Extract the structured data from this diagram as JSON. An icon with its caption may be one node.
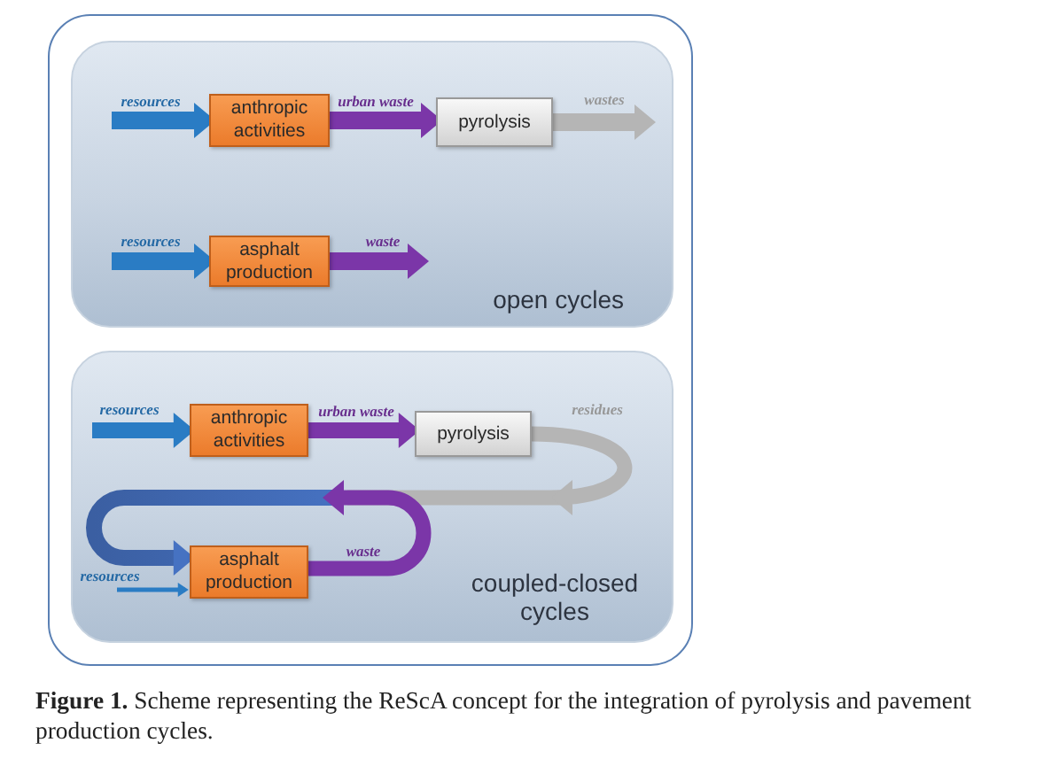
{
  "diagram": {
    "caption": "**Figure 1.** Scheme representing the ReScA concept for the integration of pyrolysis and pavement production cycles.",
    "nodes": [
      {
        "text": [
          "open cycles"
        ]
      },
      {
        "text": [
          "anthropic activities"
        ],
        "in": 0
      },
      {
        "text": [
          "pyrolysis"
        ],
        "in": 0
      },
      {
        "text": [
          "asphalt production"
        ],
        "in": 0
      },
      {
        "text": [
          "coupled-closed cycles"
        ]
      },
      {
        "text": [
          "anthropic activities"
        ],
        "in": 4
      },
      {
        "text": [
          "pyrolysis"
        ],
        "in": 4
      },
      {
        "text": [
          "asphalt production"
        ],
        "in": 4
      }
    ],
    "edges": [
      {
        "from": null,
        "to": 1,
        "arrow": "to",
        "label": "resources",
        "color": "#2a7cc4"
      },
      {
        "from": 1,
        "to": 2,
        "arrow": "to",
        "label": "urban waste",
        "color": "#7b36a8"
      },
      {
        "from": 2,
        "to": null,
        "arrow": "to",
        "label": "wastes",
        "color": "#b5b5b5"
      },
      {
        "from": null,
        "to": 3,
        "arrow": "to",
        "label": "resources",
        "color": "#2a7cc4"
      },
      {
        "from": 3,
        "to": null,
        "arrow": "to",
        "label": "waste",
        "color": "#7b36a8"
      },
      {
        "from": null,
        "to": 5,
        "arrow": "to",
        "label": "resources",
        "color": "#2a7cc4"
      },
      {
        "from": 5,
        "to": 6,
        "arrow": "to",
        "label": "urban waste",
        "color": "#7b36a8"
      },
      {
        "from": 6,
        "to": 7,
        "arrow": "to",
        "label": "residues",
        "color": "#b5b5b5"
      },
      {
        "from": 7,
        "to": 7,
        "arrow": "to",
        "label": "waste",
        "color": "#7b36a8"
      },
      {
        "from": null,
        "to": 7,
        "arrow": "to",
        "label": "resources",
        "color": "#2a7cc4"
      }
    ]
  }
}
